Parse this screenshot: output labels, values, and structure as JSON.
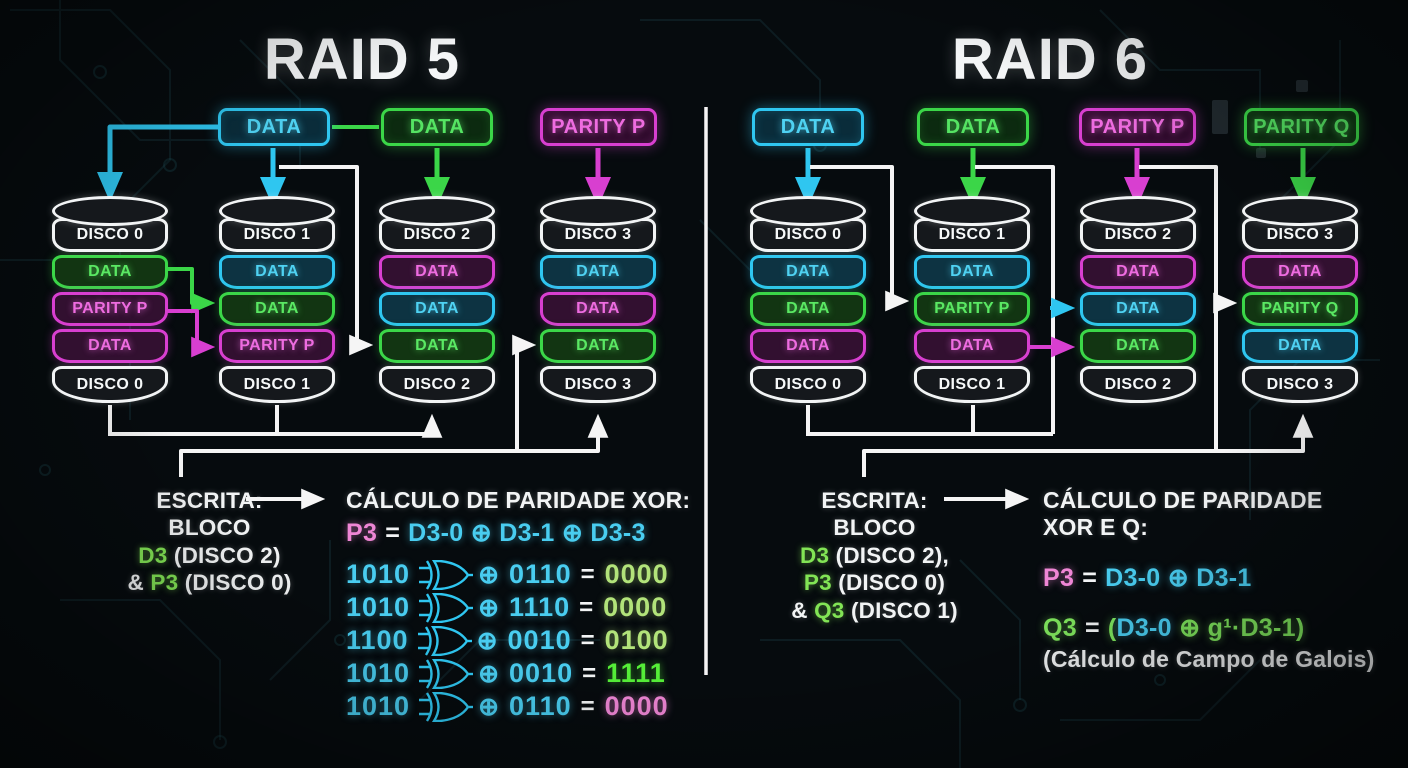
{
  "palette": {
    "cyan": "#2fc6f0",
    "green": "#3bd648",
    "magenta": "#d83fd0",
    "pink": "#ef86d5",
    "note_green": "#82e455",
    "result_light_green": "#b2e37a",
    "result_vivid_green": "#55ee38",
    "white": "#f2f4f5",
    "background": "#060b0e"
  },
  "raid5": {
    "title": "RAID 5",
    "top_boxes": [
      {
        "label": "DATA",
        "color": "cyan"
      },
      {
        "label": "DATA",
        "color": "green"
      },
      {
        "label": "PARITY P",
        "color": "magenta"
      }
    ],
    "disks": [
      {
        "name": "DISCO 0",
        "segments": [
          {
            "label": "DATA",
            "color": "green"
          },
          {
            "label": "PARITY P",
            "color": "magenta"
          },
          {
            "label": "DATA",
            "color": "magenta"
          }
        ]
      },
      {
        "name": "DISCO 1",
        "segments": [
          {
            "label": "DATA",
            "color": "cyan"
          },
          {
            "label": "DATA",
            "color": "green"
          },
          {
            "label": "PARITY P",
            "color": "magenta"
          }
        ]
      },
      {
        "name": "DISCO 2",
        "segments": [
          {
            "label": "DATA",
            "color": "magenta"
          },
          {
            "label": "DATA",
            "color": "cyan"
          },
          {
            "label": "DATA",
            "color": "green"
          }
        ]
      },
      {
        "name": "DISCO 3",
        "segments": [
          {
            "label": "DATA",
            "color": "cyan"
          },
          {
            "label": "DATA",
            "color": "magenta"
          },
          {
            "label": "DATA",
            "color": "green"
          }
        ]
      }
    ],
    "write_note": {
      "line1": "ESCRITA:",
      "line2": "BLOCO",
      "block1": "D3",
      "block1_rest": " (DISCO 2)",
      "amp": "& ",
      "block2": "P3",
      "block2_rest": " (DISCO 0)"
    },
    "calc": {
      "title": "CÁLCULO DE PARIDADE XOR:",
      "formula": {
        "lhs": "P3",
        "eq": "=",
        "rhs": "D3-0 ⊕ D3-1 ⊕ D3-3"
      }
    },
    "xor_rows": [
      {
        "a": "1010",
        "op": "⊕",
        "b": "0110",
        "eq": "=",
        "result": "0000",
        "result_color": "result_light_green"
      },
      {
        "a": "1010",
        "op": "⊕",
        "b": "1110",
        "eq": "=",
        "result": "0000",
        "result_color": "result_light_green"
      },
      {
        "a": "1100",
        "op": "⊕",
        "b": "0010",
        "eq": "=",
        "result": "0100",
        "result_color": "result_light_green"
      },
      {
        "a": "1010",
        "op": "⊕",
        "b": "0010",
        "eq": "=",
        "result": "1111",
        "result_color": "result_vivid_green"
      },
      {
        "a": "1010",
        "op": "⊕",
        "b": "0110",
        "eq": "=",
        "result": "0000",
        "result_color": "pink"
      }
    ]
  },
  "raid6": {
    "title": "RAID 6",
    "top_boxes": [
      {
        "label": "DATA",
        "color": "cyan"
      },
      {
        "label": "DATA",
        "color": "green"
      },
      {
        "label": "PARITY P",
        "color": "magenta"
      },
      {
        "label": "PARITY Q",
        "color": "green"
      }
    ],
    "disks": [
      {
        "name": "DISCO 0",
        "segments": [
          {
            "label": "DATA",
            "color": "cyan"
          },
          {
            "label": "DATA",
            "color": "green"
          },
          {
            "label": "DATA",
            "color": "magenta"
          }
        ]
      },
      {
        "name": "DISCO 1",
        "segments": [
          {
            "label": "DATA",
            "color": "cyan"
          },
          {
            "label": "PARITY P",
            "color": "green"
          },
          {
            "label": "DATA",
            "color": "magenta"
          }
        ]
      },
      {
        "name": "DISCO 2",
        "segments": [
          {
            "label": "DATA",
            "color": "magenta"
          },
          {
            "label": "DATA",
            "color": "cyan"
          },
          {
            "label": "DATA",
            "color": "green"
          }
        ]
      },
      {
        "name": "DISCO 3",
        "segments": [
          {
            "label": "DATA",
            "color": "magenta"
          },
          {
            "label": "PARITY Q",
            "color": "green"
          },
          {
            "label": "DATA",
            "color": "cyan"
          }
        ]
      }
    ],
    "write_note": {
      "line1": "ESCRITA:",
      "line2": "BLOCO",
      "block1": "D3",
      "block1_rest": " (DISCO 2),",
      "block2": "P3",
      "block2_rest": " (DISCO 0)",
      "amp": "& ",
      "block3": "Q3",
      "block3_rest": " (DISCO 1)"
    },
    "calc": {
      "title_line1": "CÁLCULO DE PARIDADE",
      "title_line2": "XOR E Q:",
      "p_formula": {
        "lhs": "P3",
        "eq": "=",
        "rhs": "D3-0 ⊕ D3-1"
      },
      "q_formula": {
        "lhs": "Q3",
        "eq": "=",
        "paren": "(",
        "d": "D3-0",
        "rest": " ⊕ g¹·D3-1)"
      },
      "galois_note": "(Cálculo de Campo de Galois)"
    }
  }
}
